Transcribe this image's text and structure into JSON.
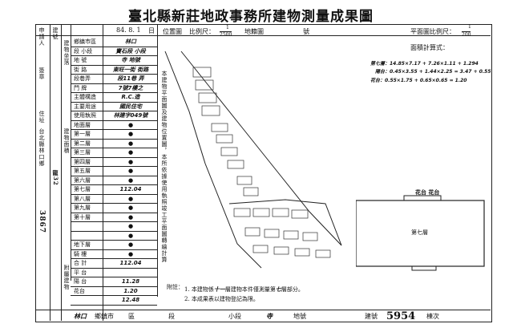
{
  "title": "臺北縣新莊地政事務所建物測量成果圖",
  "header": {
    "date": "84. 8. 1",
    "date_suffix": "日",
    "location_map_label": "位置圖",
    "location_scale_label": "比例尺：",
    "location_scale_num": "1",
    "location_scale_den": "2500",
    "parcel_label": "地籍圖",
    "parcel_no_label": "號",
    "plan_scale_label": "平面圖比例尺：",
    "plan_scale_num": "1",
    "plan_scale_den": "200",
    "area_calc_label": "面積計算式："
  },
  "left_table": {
    "rows": [
      {
        "label": "鄉鎮市區",
        "value": "林口"
      },
      {
        "label": "段  小段",
        "value": "寶石段  小段"
      },
      {
        "label": "地  號",
        "value": "寺  地號"
      },
      {
        "label": "街  路",
        "value": "東旺一街  街路"
      },
      {
        "label": "段巷弄",
        "value": "段11巷  弄"
      },
      {
        "label": "門  牌",
        "value": "7號7樓之"
      },
      {
        "label": "主體構造",
        "value": "R.C.造"
      },
      {
        "label": "主要用途",
        "value": "國民住宅"
      },
      {
        "label": "使用執照",
        "value": "林建字049號"
      },
      {
        "label": "地面層",
        "value": "●"
      },
      {
        "label": "第一層",
        "value": "●"
      },
      {
        "label": "第二層",
        "value": "●"
      },
      {
        "label": "第三層",
        "value": "●"
      },
      {
        "label": "第四層",
        "value": "●"
      },
      {
        "label": "第五層",
        "value": "●"
      },
      {
        "label": "第六層",
        "value": "●"
      },
      {
        "label": "第七層",
        "value": "112.04"
      },
      {
        "label": "第八層",
        "value": "●"
      },
      {
        "label": "第九層",
        "value": "●"
      },
      {
        "label": "第十層",
        "value": "●"
      },
      {
        "label": "",
        "value": "●"
      },
      {
        "label": "",
        "value": "●"
      },
      {
        "label": "地下層",
        "value": "●"
      },
      {
        "label": "騎  樓",
        "value": "●"
      },
      {
        "label": "合  計",
        "value": "112.04"
      },
      {
        "label": "平  台",
        "value": ""
      },
      {
        "label": "陽  台",
        "value": "11.28"
      },
      {
        "label": "花台",
        "value": "1.20"
      },
      {
        "label": "",
        "value": "12.48"
      }
    ],
    "side_labels": {
      "applicant": "申請人",
      "building_no": "建號",
      "location": "建物坐落",
      "door": "門牌",
      "building_area": "建物面積",
      "floor_area": "面積",
      "attached": "附屬建物",
      "cert": "台北縣林口鄉",
      "approval_no": "龍32",
      "number": "3867",
      "sign": "簽章",
      "address": "住址"
    }
  },
  "notes": {
    "prefix": "附註：",
    "note1": "1. 本建物係",
    "note1b": "層建物本件僅測量第",
    "note1c": "層部分。",
    "note1_hand1": "十一",
    "note1_hand2": "七",
    "note2": "2. 本成果表以建物登記為限。"
  },
  "vertical_note": "本建物平面圖及建物位置圖，本所依據使用執照竣工平面圖轉繪計算",
  "plan": {
    "balcony_label": "花台 花台",
    "floor_label": "第七層",
    "formula1": "第七層：14.85×7.17 + 7.26×1.11 + 1.294",
    "formula2": "陽台：0.45×3.55 + 1.44×2.25 = 3.47 + 0.55",
    "formula3": "花台：0.55×1.75 + 0.65×0.65 = 1.20"
  },
  "footer": {
    "township": "林口",
    "township_suffix": "鄉鎮市",
    "district": "區",
    "section": "段",
    "subsection": "小段",
    "land_no": "寺",
    "land_no_suffix": "地號",
    "bld_label": "建號",
    "bld_no": "5954",
    "floor_count": "棟次"
  }
}
